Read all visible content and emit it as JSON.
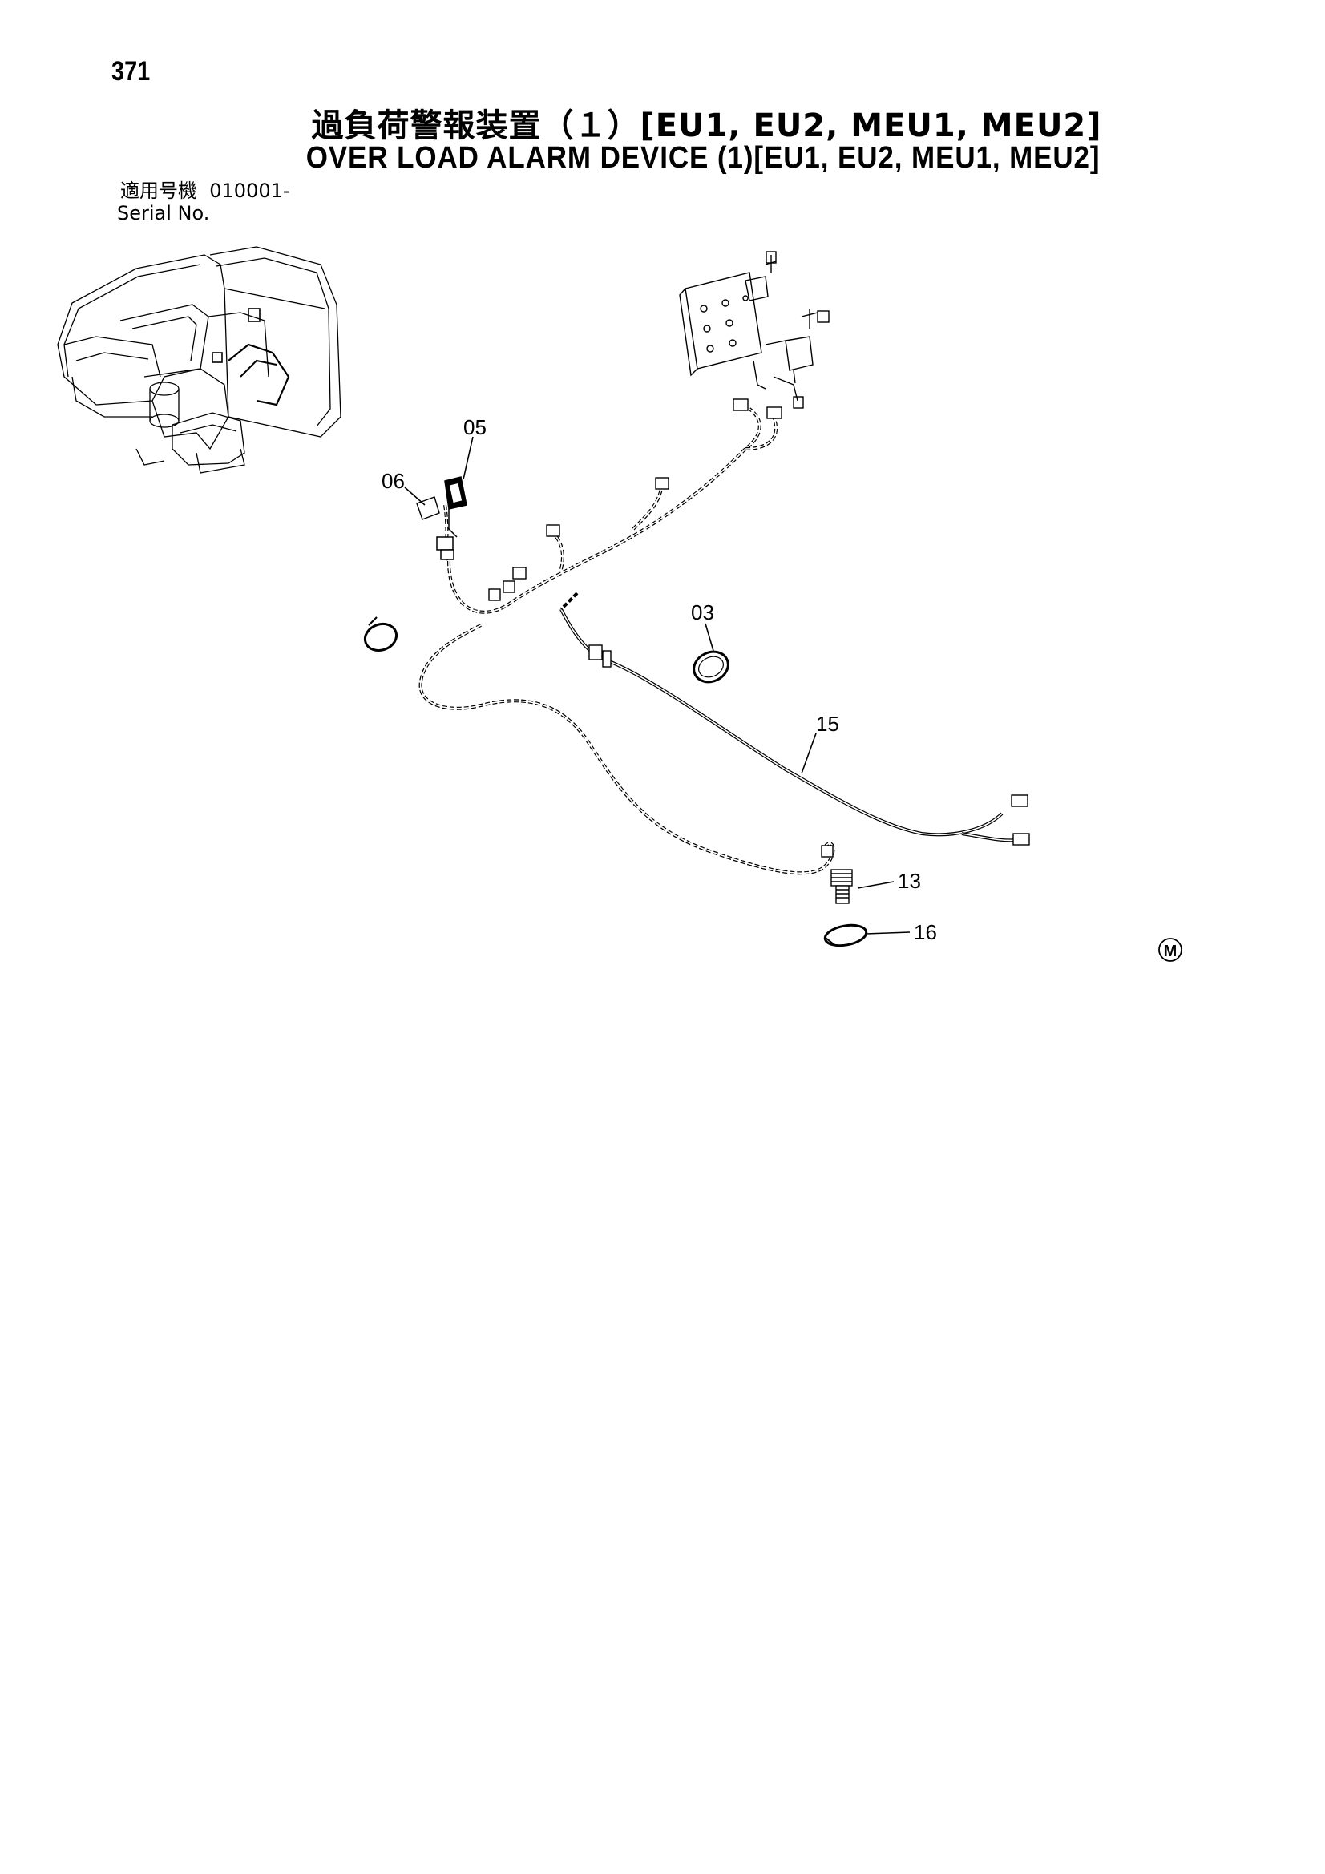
{
  "header": {
    "page_number": "371",
    "title_jp": "過負荷警報装置（１）[EU1, EU2, MEU1, MEU2]",
    "title_en": "OVER LOAD ALARM DEVICE (1)[EU1, EU2, MEU1, MEU2]"
  },
  "serial": {
    "label_jp": "適用号機",
    "range": "010001-",
    "label_en": "Serial No."
  },
  "diagram": {
    "callouts": {
      "c03": "03",
      "c05": "05",
      "c06": "06",
      "c13": "13",
      "c15": "15",
      "c16": "16"
    },
    "mark": "M"
  }
}
